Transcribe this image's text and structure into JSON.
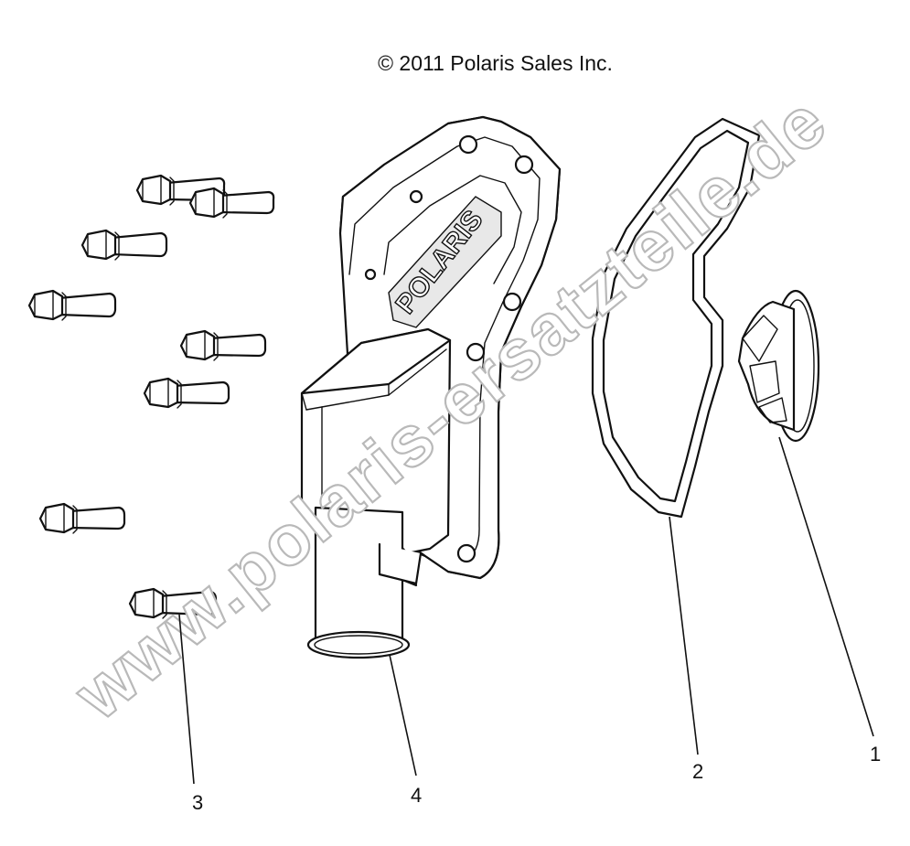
{
  "diagram": {
    "copyright": "© 2011 Polaris Sales Inc.",
    "watermark": "www.polaris-ersatzteile.de",
    "logo_text": "POLARIS",
    "callouts": [
      "1",
      "2",
      "3",
      "4"
    ]
  }
}
